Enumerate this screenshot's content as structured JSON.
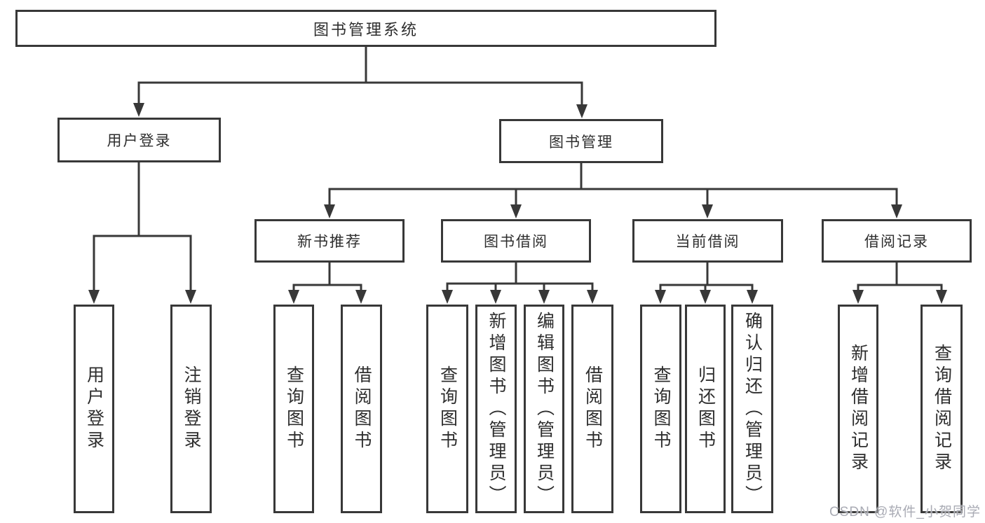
{
  "nodes": {
    "root": {
      "label": "图书管理系统"
    },
    "branches": [
      {
        "label": "用户登录"
      },
      {
        "label": "图书管理"
      }
    ],
    "modules": [
      {
        "label": "新书推荐",
        "parent": "图书管理"
      },
      {
        "label": "图书借阅",
        "parent": "图书管理"
      },
      {
        "label": "当前借阅",
        "parent": "图书管理"
      },
      {
        "label": "借阅记录",
        "parent": "图书管理"
      }
    ],
    "leaves": [
      {
        "label": "用户登录",
        "parent": "用户登录"
      },
      {
        "label": "注销登录",
        "parent": "用户登录"
      },
      {
        "label": "查询图书",
        "parent": "新书推荐"
      },
      {
        "label": "借阅图书",
        "parent": "新书推荐"
      },
      {
        "label": "查询图书",
        "parent": "图书借阅"
      },
      {
        "label": "新增图书（管理员）",
        "parent": "图书借阅"
      },
      {
        "label": "编辑图书（管理员）",
        "parent": "图书借阅"
      },
      {
        "label": "借阅图书",
        "parent": "图书借阅"
      },
      {
        "label": "查询图书",
        "parent": "当前借阅"
      },
      {
        "label": "归还图书",
        "parent": "当前借阅"
      },
      {
        "label": "确认归还（管理员）",
        "parent": "当前借阅"
      },
      {
        "label": "新增借阅记录",
        "parent": "借阅记录"
      },
      {
        "label": "查询借阅记录",
        "parent": "借阅记录"
      }
    ]
  },
  "watermark": {
    "text": "CSDN @软件_小贺同学"
  },
  "colors": {
    "line": "#383838",
    "text": "#2e2e2e",
    "watermark": "#a9abb4",
    "background": "#ffffff"
  }
}
